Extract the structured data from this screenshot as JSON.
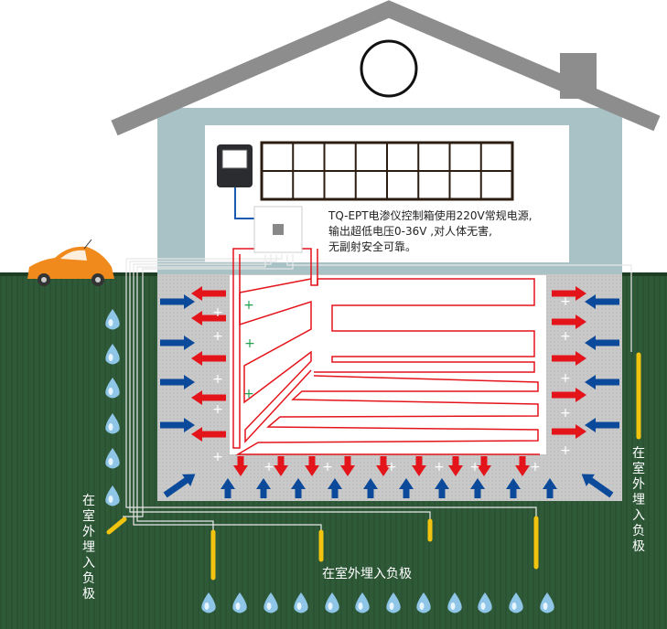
{
  "description_text": {
    "line1": "TQ-EPT电渗仪控制箱使用220V常规电源,",
    "line2": "输出超低电压0-36V ,对人体无害,",
    "line3": "无副射安全可靠。"
  },
  "labels": {
    "left_vertical": "在室外埋入负极",
    "right_vertical": "在室外埋入负极",
    "bottom": "在室外埋入负极"
  },
  "colors": {
    "ground": "#2e5a38",
    "wall": "#a9c2c6",
    "roof": "#8d8d8d",
    "basement": "#c9c9c9",
    "heating_wire": "#e4141b",
    "inflow_arrow": "#0b4a9a",
    "outflow_arrow": "#e4141b",
    "electrode": "#f2c40f",
    "car": "#f08a1c"
  }
}
